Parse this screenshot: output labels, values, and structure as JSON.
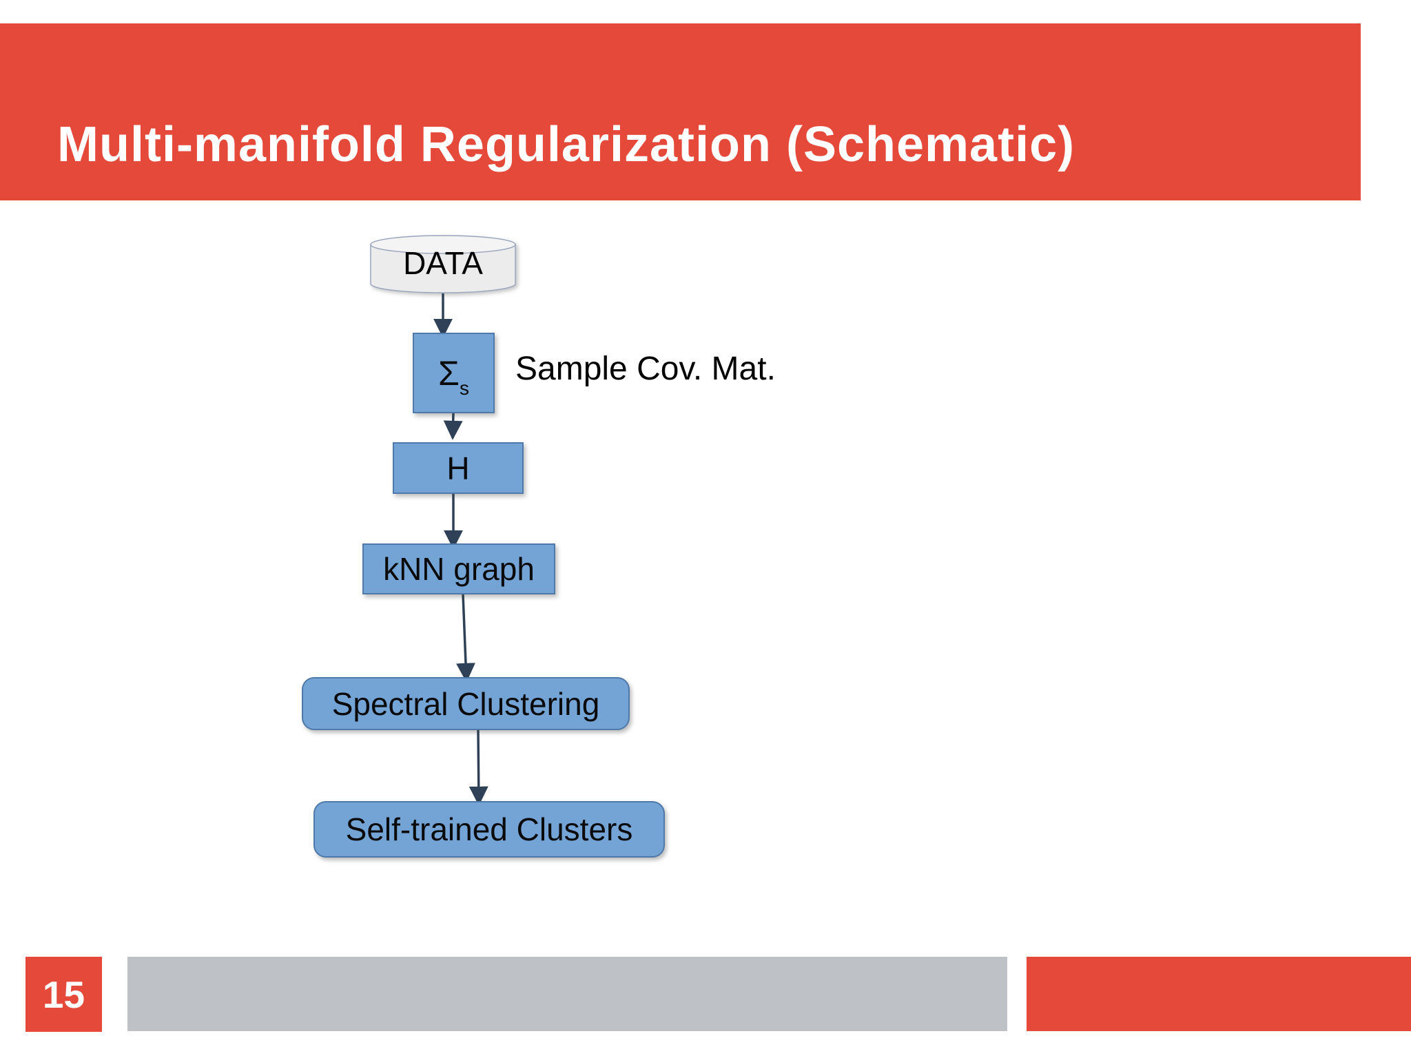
{
  "slide": {
    "title": "Multi-manifold Regularization (Schematic)",
    "page_number": "15"
  },
  "flowchart": {
    "nodes": [
      {
        "id": "data",
        "label": "DATA",
        "shape": "cylinder"
      },
      {
        "id": "sigma",
        "label": "Σ",
        "subscript": "s",
        "shape": "square"
      },
      {
        "id": "h",
        "label": "H",
        "shape": "rect"
      },
      {
        "id": "knn",
        "label": "kNN graph",
        "shape": "rect"
      },
      {
        "id": "spectral",
        "label": "Spectral Clustering",
        "shape": "rounded-rect"
      },
      {
        "id": "clusters",
        "label": "Self-trained Clusters",
        "shape": "rounded-rect"
      }
    ],
    "edges": [
      {
        "from": "data",
        "to": "sigma"
      },
      {
        "from": "sigma",
        "to": "h"
      },
      {
        "from": "h",
        "to": "knn"
      },
      {
        "from": "knn",
        "to": "spectral"
      },
      {
        "from": "spectral",
        "to": "clusters"
      }
    ],
    "annotation": "Sample Cov. Mat."
  },
  "colors": {
    "accent_red": "#E5493A",
    "node_blue_fill": "#74A3D6",
    "node_blue_border": "#4E79A8",
    "arrow_navy": "#2E4156",
    "footer_gray": "#BEC1C5",
    "cylinder_fill": "#ECECEC",
    "cylinder_top_fill": "#F4F4F4",
    "cylinder_border": "#9AA5BC",
    "title_text": "#FFFFFF",
    "node_text": "#0A0A0A"
  }
}
